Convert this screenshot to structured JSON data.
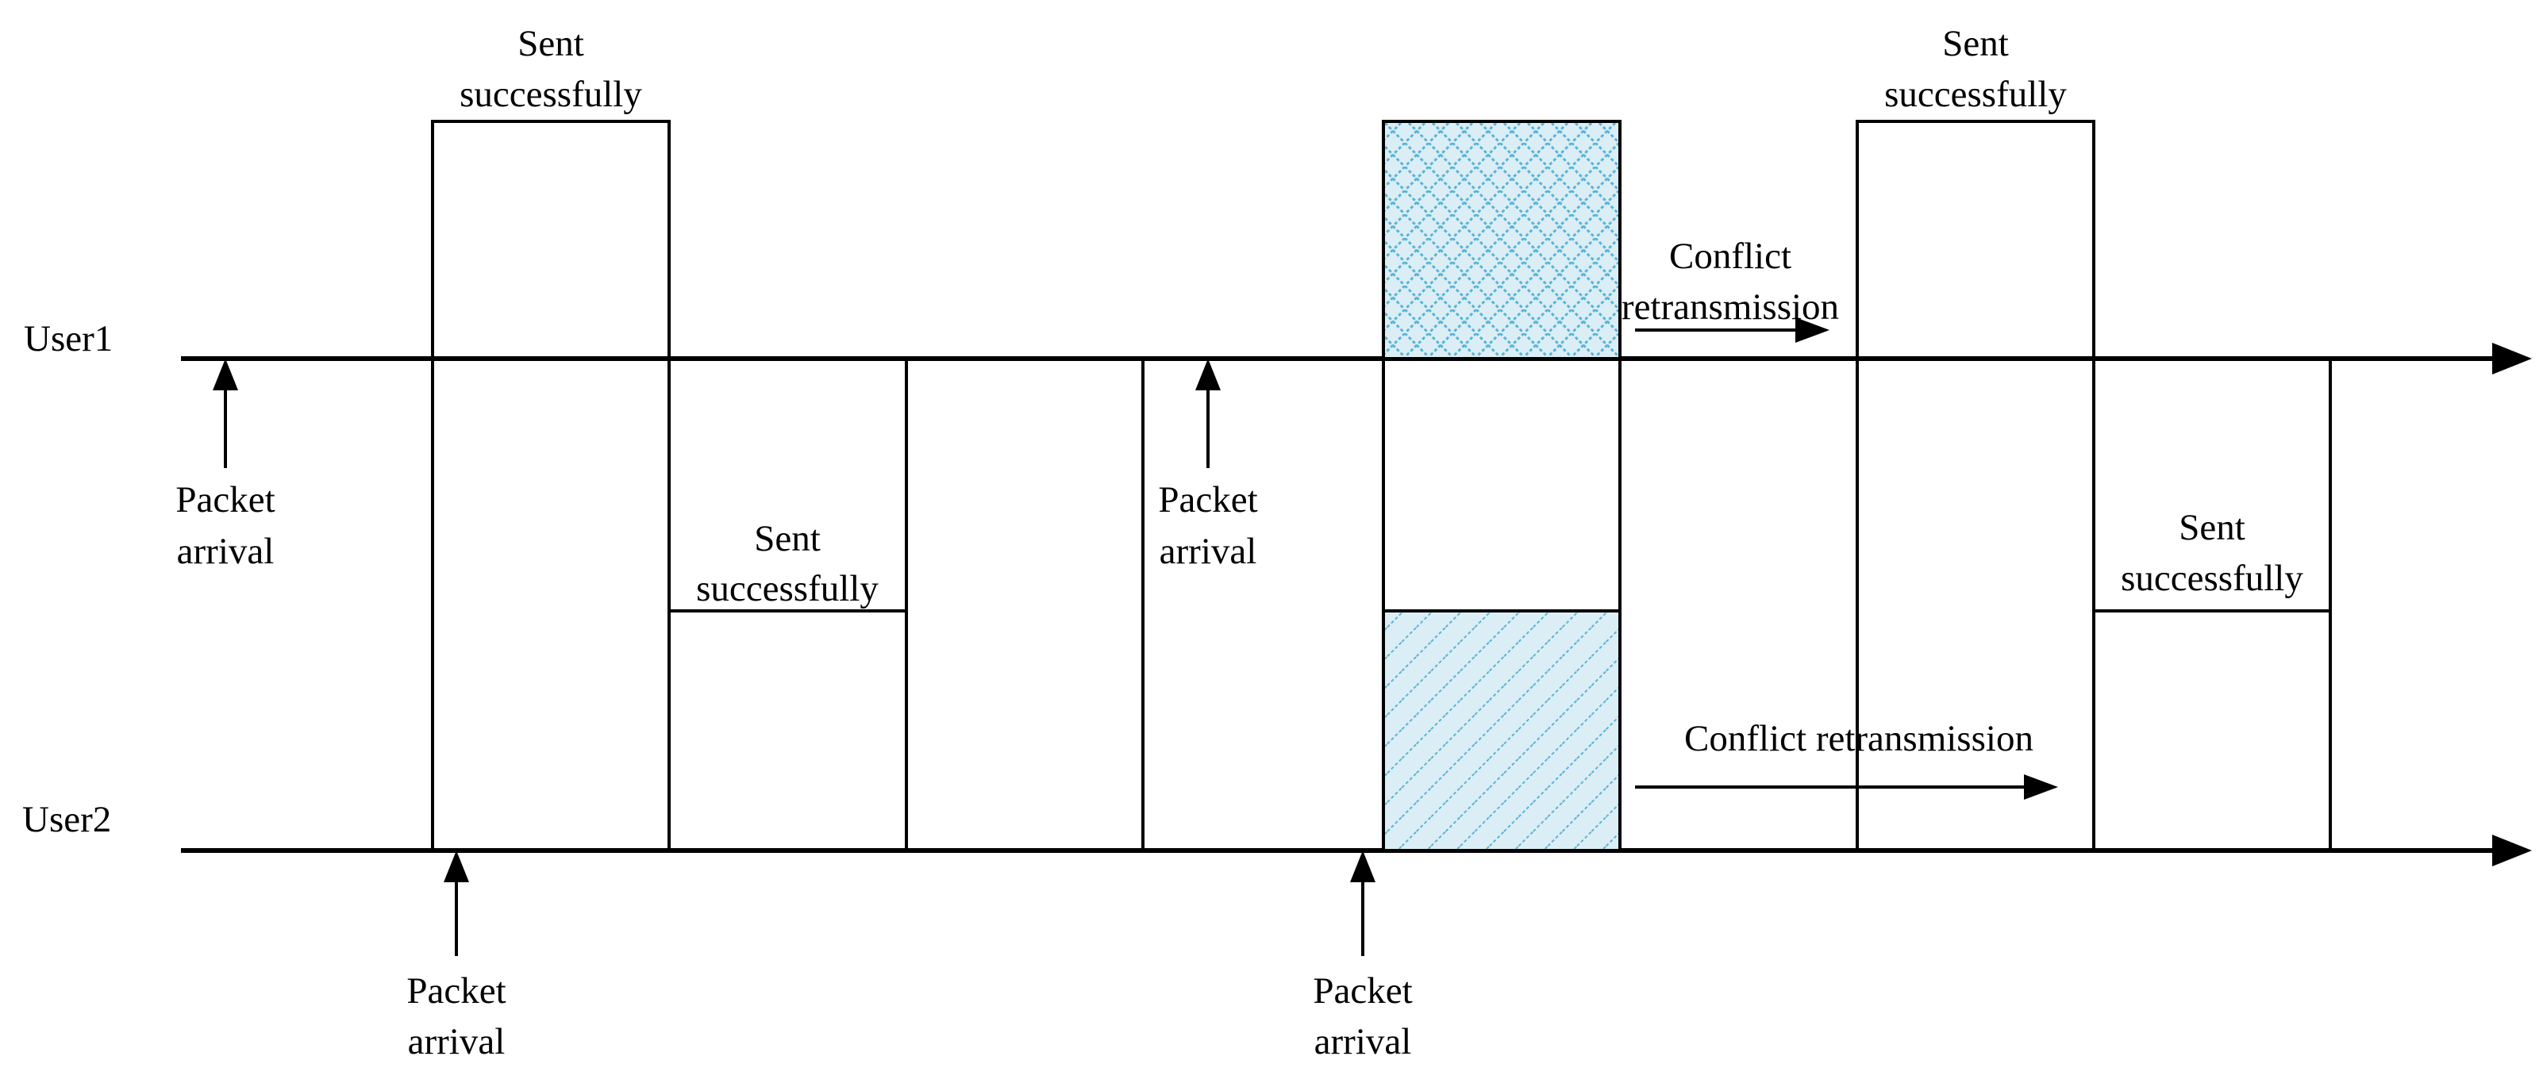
{
  "diagram": {
    "users": [
      "User1",
      "User2"
    ],
    "labels": {
      "sent": [
        "Sent",
        "successfully"
      ],
      "packet": [
        "Packet",
        "arrival"
      ],
      "conflict_user1": [
        "Conflict",
        "retransmission"
      ],
      "conflict_user2": "Conflict retransmission"
    },
    "colors": {
      "line": "#000000",
      "collision_fill": "#dbeef5",
      "collision_pattern": "#5bb4d6"
    }
  }
}
